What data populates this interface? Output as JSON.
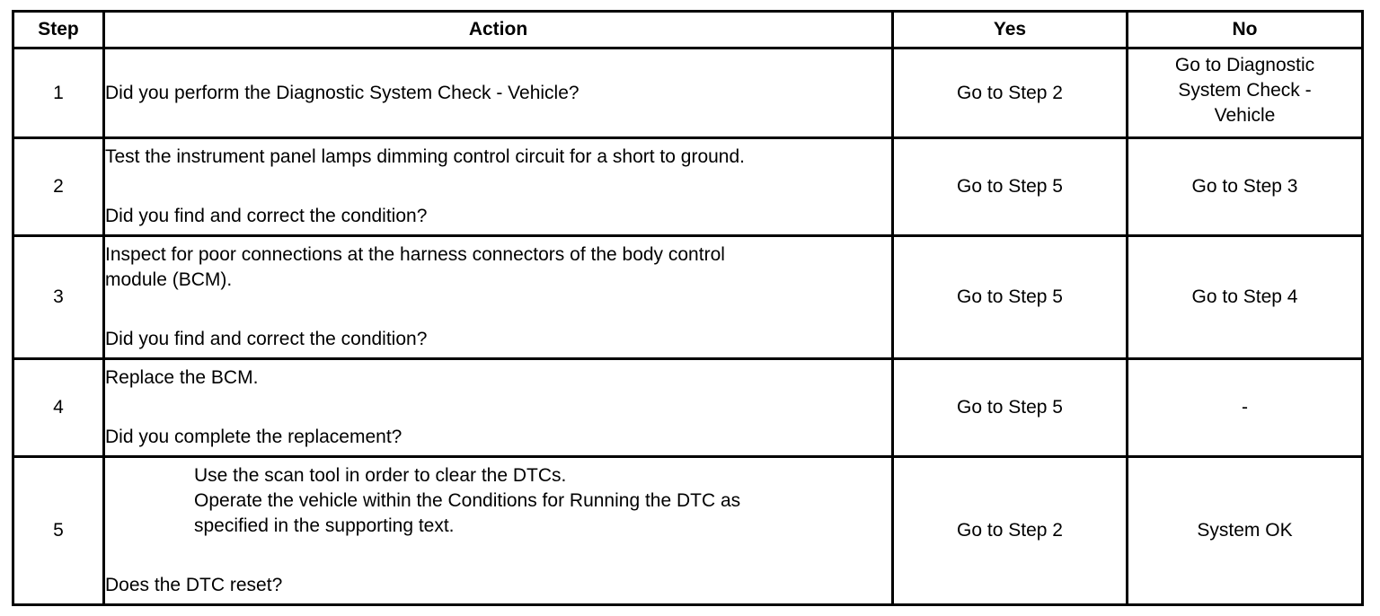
{
  "headers": {
    "step": "Step",
    "action": "Action",
    "yes": "Yes",
    "no": "No"
  },
  "rows": [
    {
      "step": "1",
      "action_lines": [
        "Did you perform the Diagnostic System Check - Vehicle?"
      ],
      "question": "",
      "yes": "Go to Step 2",
      "no_lines": [
        "Go to Diagnostic",
        "System Check -",
        "Vehicle"
      ]
    },
    {
      "step": "2",
      "action_lines": [
        "Test the instrument panel lamps dimming control circuit for a short to ground."
      ],
      "question": "Did you find and correct the condition?",
      "yes": "Go to Step 5",
      "no_lines": [
        "Go to Step 3"
      ]
    },
    {
      "step": "3",
      "action_lines": [
        "Inspect for poor connections at the harness connectors of the body control",
        "module (BCM)."
      ],
      "question": "Did you find and correct the condition?",
      "yes": "Go to Step 5",
      "no_lines": [
        "Go to Step 4"
      ]
    },
    {
      "step": "4",
      "action_lines": [
        "Replace the BCM."
      ],
      "question": "Did you complete the replacement?",
      "yes": "Go to Step 5",
      "no_lines": [
        "-"
      ]
    },
    {
      "step": "5",
      "action_lines": [
        "Use the scan tool in order to clear the DTCs.",
        "Operate the vehicle within the Conditions for Running the DTC as",
        "specified in the supporting text."
      ],
      "question": "Does the DTC reset?",
      "yes": "Go to Step 2",
      "no_lines": [
        "System OK"
      ]
    }
  ]
}
